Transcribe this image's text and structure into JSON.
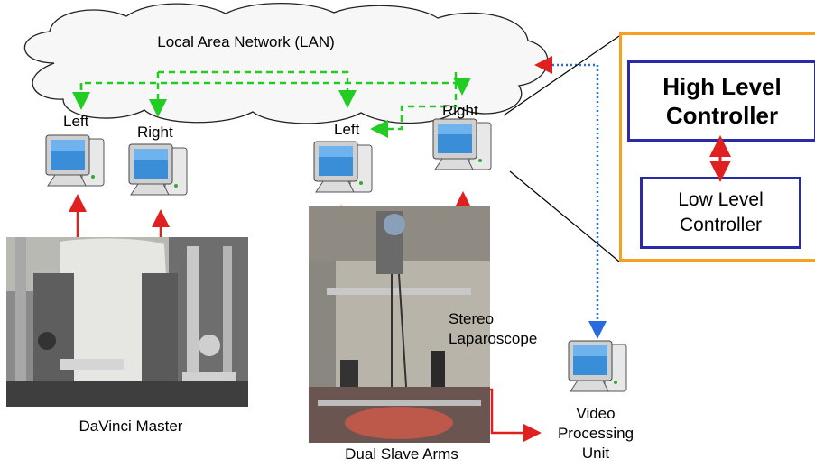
{
  "lan": {
    "label": "Local Area Network (LAN)"
  },
  "master_side": {
    "left_label": "Left",
    "right_label": "Right",
    "photo_label": "DaVinci Master"
  },
  "slave_side": {
    "left_label": "Left",
    "right_label": "Right",
    "photo_label": "Dual Slave Arms",
    "laparoscope_label": "Stereo\nLaparoscope"
  },
  "video": {
    "label": "Video\nProcessing\nUnit"
  },
  "controller": {
    "high_level": "High Level\nController",
    "low_level": "Low Level\nController"
  },
  "colors": {
    "lan_link": "#22cc22",
    "control_link": "#e02020",
    "video_link": "#2a6adf",
    "controller_frame": "#f5a020",
    "controller_box": "#2a2aa8"
  },
  "icons": [
    "cloud-icon",
    "computer-icon",
    "camera-photo"
  ]
}
